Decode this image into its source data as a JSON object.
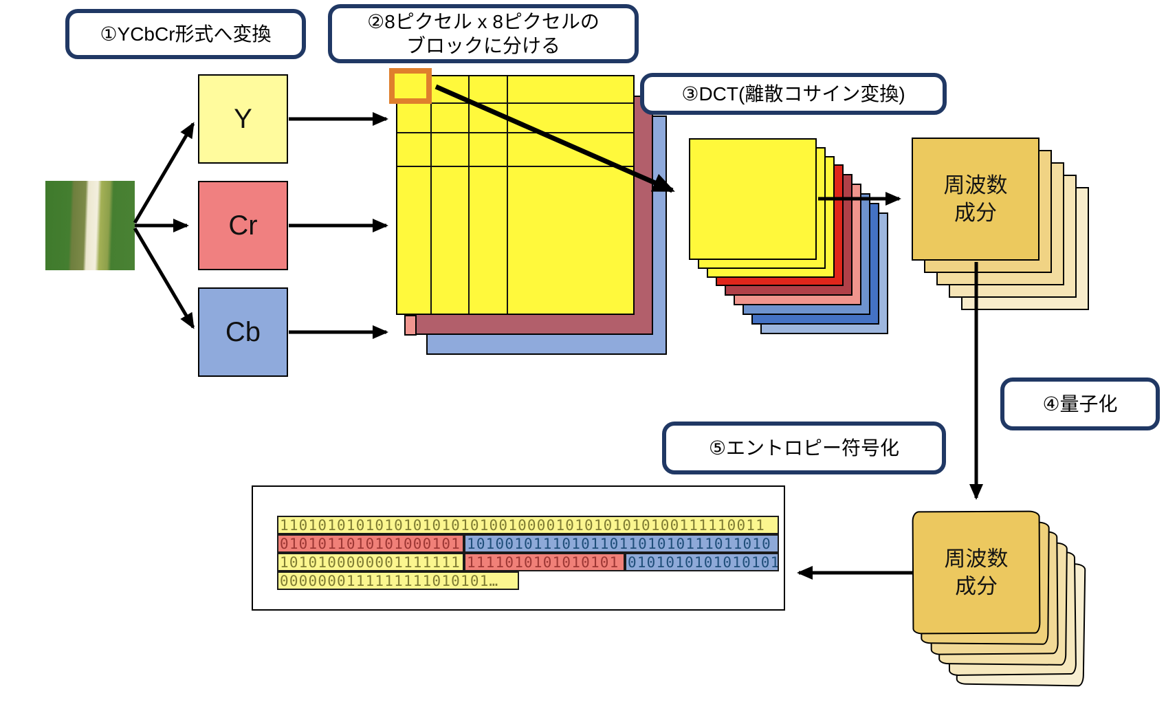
{
  "step_labels": [
    {
      "text": "①YCbCr形式へ変換"
    },
    {
      "line1": "②8ピクセル x 8ピクセルの",
      "line2": "ブロックに分ける"
    },
    {
      "text": "③DCT(離散コサイン変換)"
    },
    {
      "text": "④量子化"
    },
    {
      "text": "⑤エントロピー符号化"
    }
  ],
  "channels": {
    "luma": "Y",
    "chroma_red": "Cr",
    "chroma_blue": "Cb"
  },
  "frequency_component": {
    "line1": "周波数",
    "line2": "成分"
  },
  "bitstream": {
    "rows": [
      {
        "segments": [
          {
            "channel": "y",
            "bits": "110101010101010101010100100001010101010100111110011"
          }
        ]
      },
      {
        "segments": [
          {
            "channel": "cr",
            "bits": "0101011010101000101"
          },
          {
            "channel": "cb",
            "bits": "10100101110101101101010111011010"
          }
        ]
      },
      {
        "segments": [
          {
            "channel": "y",
            "bits": "1010100000001111111"
          },
          {
            "channel": "cr",
            "bits": "1111010101010101"
          },
          {
            "channel": "cb",
            "bits": "0101010101010101"
          }
        ]
      },
      {
        "segments": [
          {
            "channel": "y",
            "bits": "0000000111111111010101…"
          }
        ]
      }
    ]
  },
  "colors": {
    "label_border": "#203864",
    "y_fill": "#FFFB9D",
    "cr_fill": "#F08080",
    "cb_fill": "#8FAADC",
    "grid_yellow": "#FFF93C",
    "grid_red_back": "#B25F6B",
    "highlight_orange": "#DF7F2D",
    "dct_red": "#E0261B",
    "dct_blue": "#4472C4",
    "frequency_gold": "#ECC95E",
    "bit_yellow_bg": "#FBF68F",
    "bit_red_bg": "#F08078",
    "bit_blue_bg": "#8EA9D8"
  }
}
